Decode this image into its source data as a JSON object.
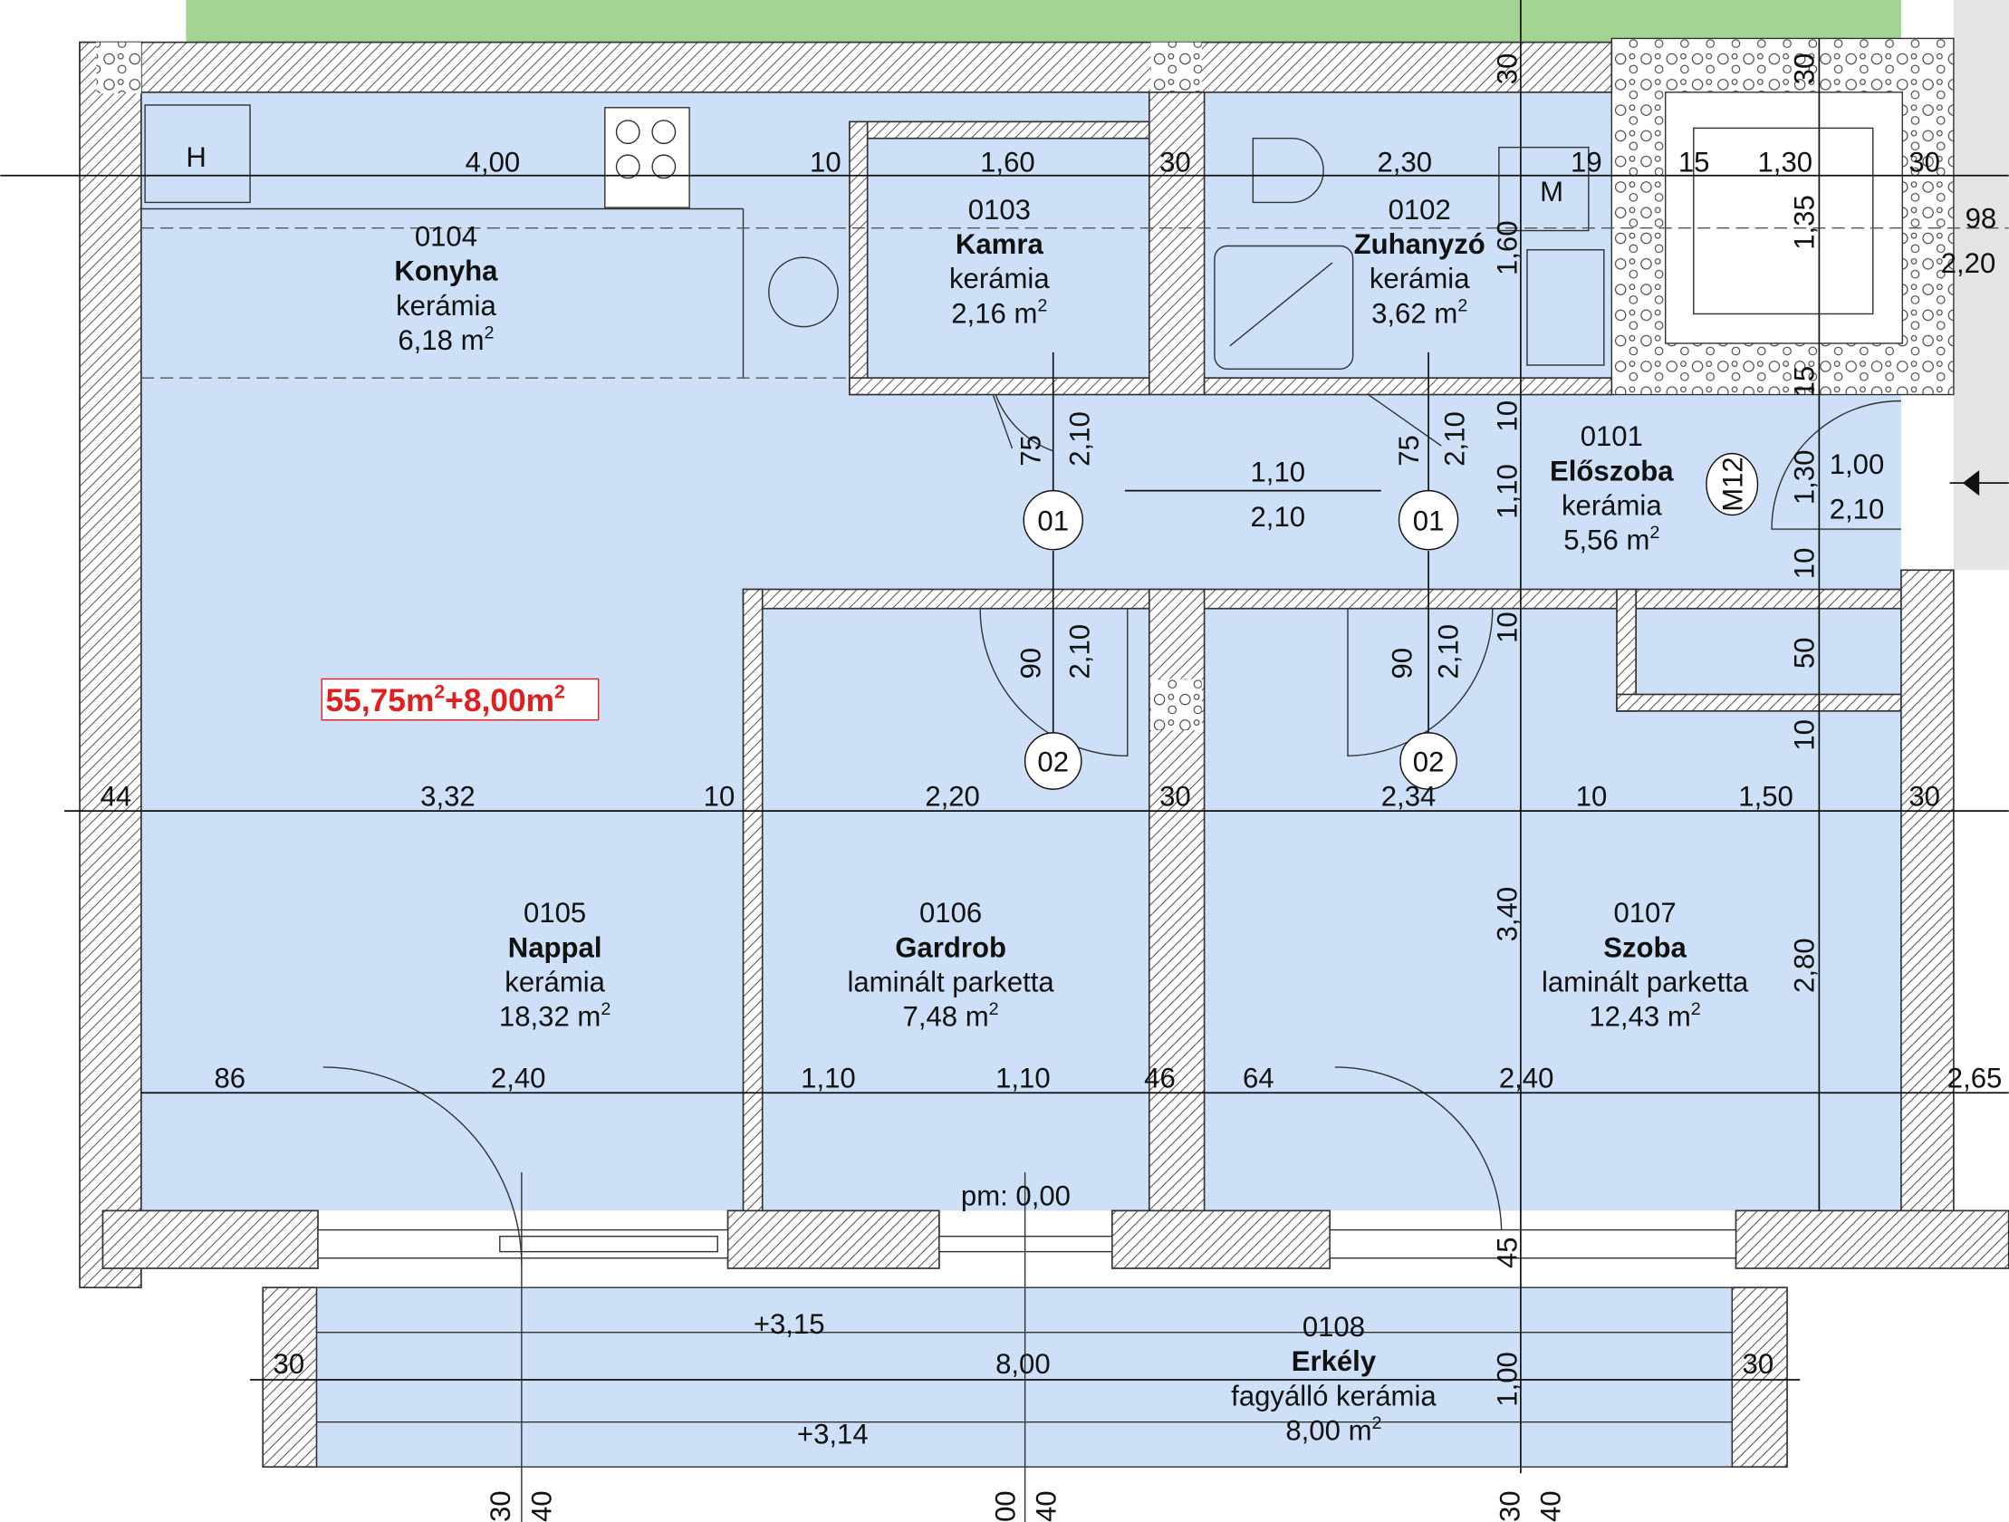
{
  "total_area": {
    "a": "55,75m",
    "s1": "2",
    "b": "+8,00m",
    "s2": "2",
    "color": "#e02020"
  },
  "unit": {
    "m": "m",
    "sup": "2"
  },
  "rooms": [
    {
      "id": "0104",
      "name": "Konyha",
      "floor": "kerámia",
      "area": "6,18"
    },
    {
      "id": "0103",
      "name": "Kamra",
      "floor": "kerámia",
      "area": "2,16"
    },
    {
      "id": "0102",
      "name": "Zuhanyzó",
      "floor": "kerámia",
      "area": "3,62"
    },
    {
      "id": "0101",
      "name": "Előszoba",
      "floor": "kerámia",
      "area": "5,56"
    },
    {
      "id": "0105",
      "name": "Nappal",
      "floor": "kerámia",
      "area": "18,32"
    },
    {
      "id": "0106",
      "name": "Gardrob",
      "floor": "laminált parketta",
      "area": "7,48"
    },
    {
      "id": "0107",
      "name": "Szoba",
      "floor": "laminált parketta",
      "area": "12,43"
    },
    {
      "id": "0108",
      "name": "Erkély",
      "floor": "fagyálló kerámia",
      "area": "8,00"
    }
  ],
  "fixtures": {
    "h": "H",
    "m": "M"
  },
  "door_tags": [
    "01",
    "01",
    "02",
    "02",
    "M12"
  ],
  "levels": {
    "pm": "pm: 0,00",
    "balcony_top": "+3,15",
    "balcony_bottom": "+3,14"
  },
  "dims": {
    "r1": [
      "4,00",
      "10",
      "1,60",
      "30",
      "2,30",
      "19",
      "15",
      "1,30",
      "30"
    ],
    "right_top": [
      "98",
      "2,20"
    ],
    "v_top": [
      "30",
      "30",
      "1,60",
      "1,35",
      "15",
      "10",
      "1,10",
      "75",
      "2,10",
      "75",
      "2,10",
      "1,30",
      "10",
      "10",
      "90",
      "2,10",
      "90",
      "2,10",
      "50",
      "10"
    ],
    "opening_mid": [
      "1,10",
      "2,10"
    ],
    "opening_entry": [
      "1,00",
      "2,10"
    ],
    "r2": [
      "44",
      "3,32",
      "10",
      "2,20",
      "30",
      "2,34",
      "10",
      "1,50",
      "30"
    ],
    "v_mid": [
      "3,40",
      "2,80",
      "45",
      "1,00"
    ],
    "r3": [
      "86",
      "2,40",
      "1,10",
      "1,10",
      "46",
      "64",
      "2,40",
      "2,65"
    ],
    "balcony": [
      "30",
      "8,00",
      "30"
    ],
    "bottom": [
      "30",
      "40",
      "00",
      "40",
      "30",
      "40"
    ]
  },
  "colors": {
    "room_fill": "#cde0f7",
    "garden": "#a3d494",
    "wall_hatch": "#333333"
  }
}
